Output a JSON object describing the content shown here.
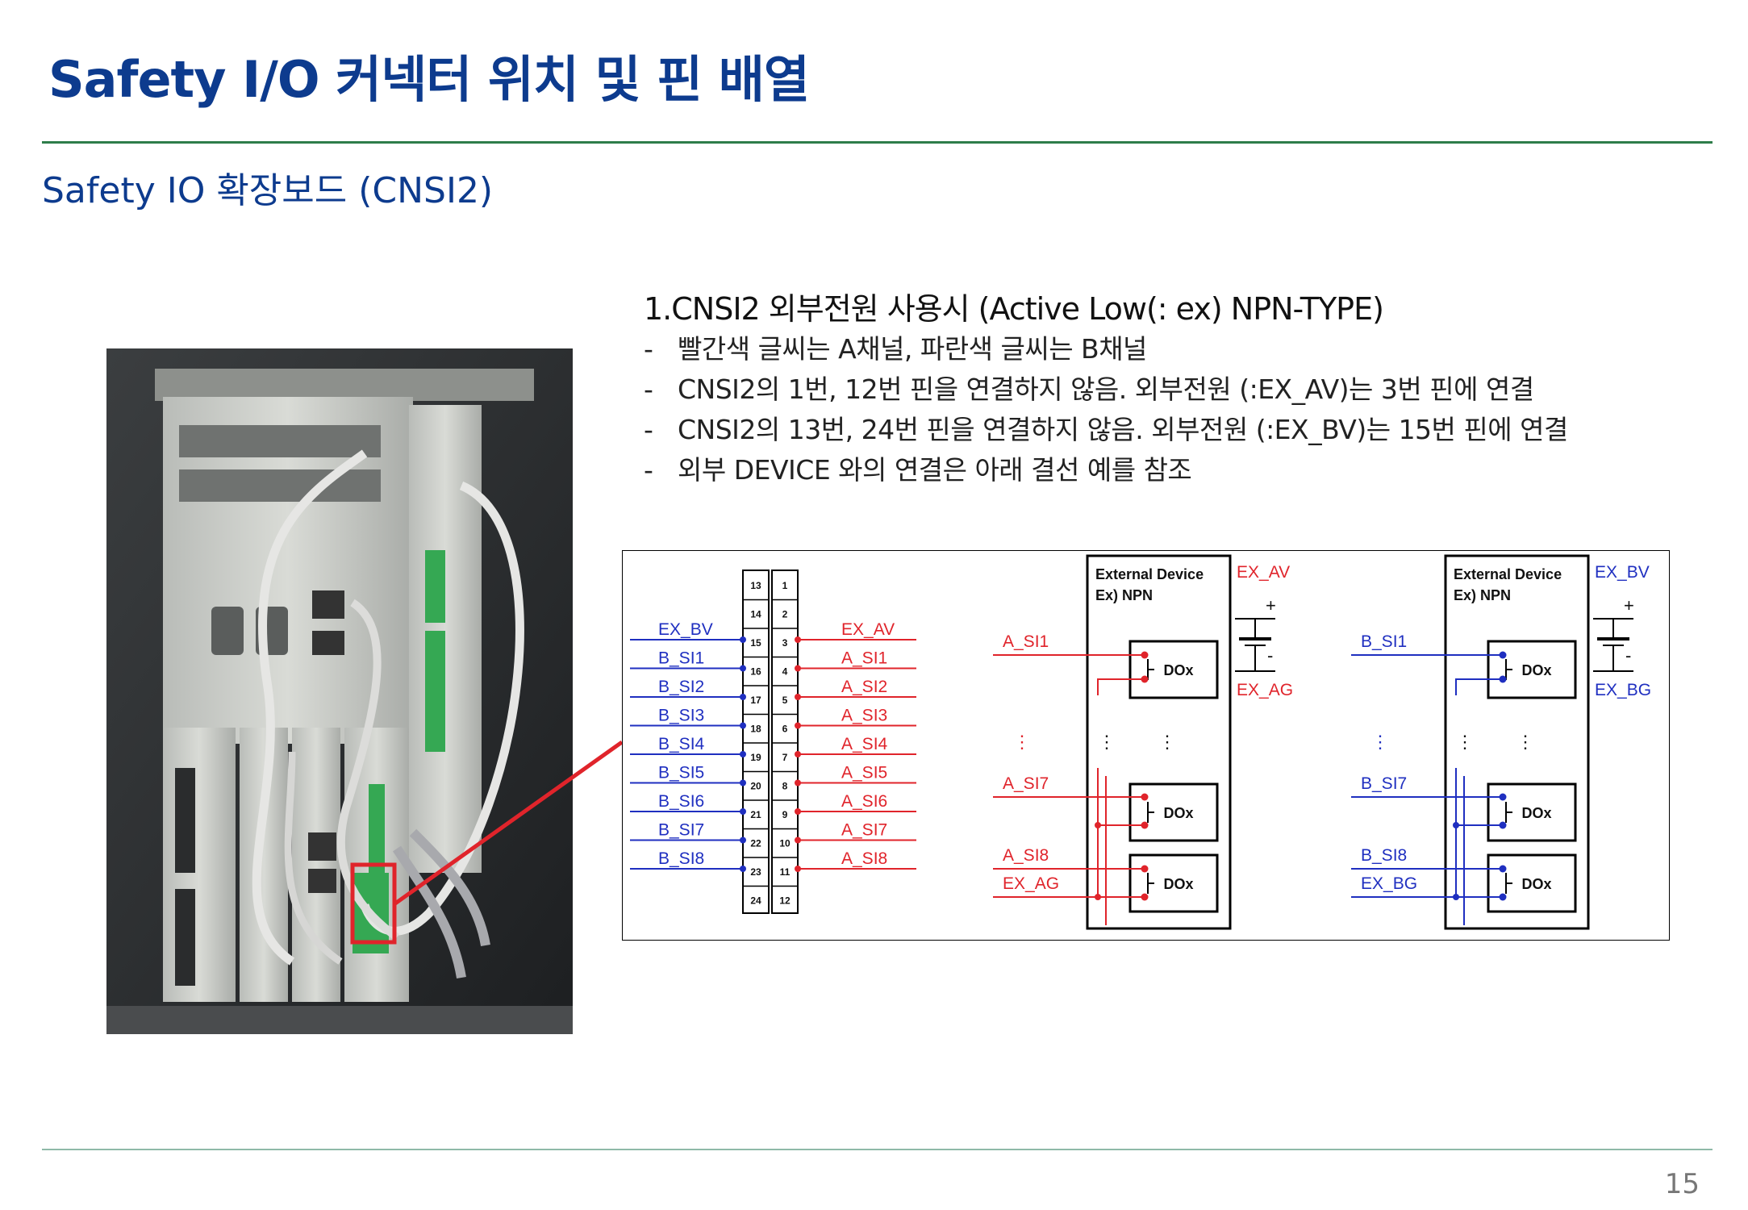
{
  "title": "Safety I/O 커넥터 위치 및 핀 배열",
  "subtitle": "Safety IO 확장보드 (CNSI2)",
  "section": {
    "heading": "1.CNSI2 외부전원 사용시 (Active Low(: ex) NPN-TYPE)",
    "bullets": [
      "빨간색 글씨는 A채널, 파란색 글씨는 B채널",
      "CNSI2의 1번, 12번 핀을 연결하지 않음. 외부전원 (:EX_AV)는 3번 핀에 연결",
      "CNSI2의 13번, 24번 핀을 연결하지 않음. 외부전원 (:EX_BV)는 15번 핀에 연결",
      "외부 DEVICE 와의 연결은 아래 결선 예를 참조"
    ],
    "bullet_marker": "-"
  },
  "colors": {
    "title": "#0d3b8e",
    "a_channel": "#e0242b",
    "b_channel": "#1f2fc0",
    "rule": "#2e7d4a"
  },
  "connector": {
    "left_pins": [
      "13",
      "14",
      "15",
      "16",
      "17",
      "18",
      "19",
      "20",
      "21",
      "22",
      "23",
      "24"
    ],
    "right_pins": [
      "1",
      "2",
      "3",
      "4",
      "5",
      "6",
      "7",
      "8",
      "9",
      "10",
      "11",
      "12"
    ],
    "b_labels": [
      "EX_BV",
      "B_SI1",
      "B_SI2",
      "B_SI3",
      "B_SI4",
      "B_SI5",
      "B_SI6",
      "B_SI7",
      "B_SI8"
    ],
    "a_labels": [
      "EX_AV",
      "A_SI1",
      "A_SI2",
      "A_SI3",
      "A_SI4",
      "A_SI5",
      "A_SI6",
      "A_SI7",
      "A_SI8"
    ]
  },
  "device_a": {
    "title_line1": "External Device",
    "title_line2": "Ex) NPN",
    "supply_pos": "EX_AV",
    "supply_neg": "EX_AG",
    "plus": "+",
    "minus": "-",
    "inputs": [
      "A_SI1",
      "A_SI7",
      "A_SI8",
      "EX_AG"
    ],
    "output_label": "DOx",
    "ellipsis": "⋮"
  },
  "device_b": {
    "title_line1": "External Device",
    "title_line2": "Ex) NPN",
    "supply_pos": "EX_BV",
    "supply_neg": "EX_BG",
    "plus": "+",
    "minus": "-",
    "inputs": [
      "B_SI1",
      "B_SI7",
      "B_SI8",
      "EX_BG"
    ],
    "output_label": "DOx",
    "ellipsis": "⋮"
  },
  "page_number": "15"
}
